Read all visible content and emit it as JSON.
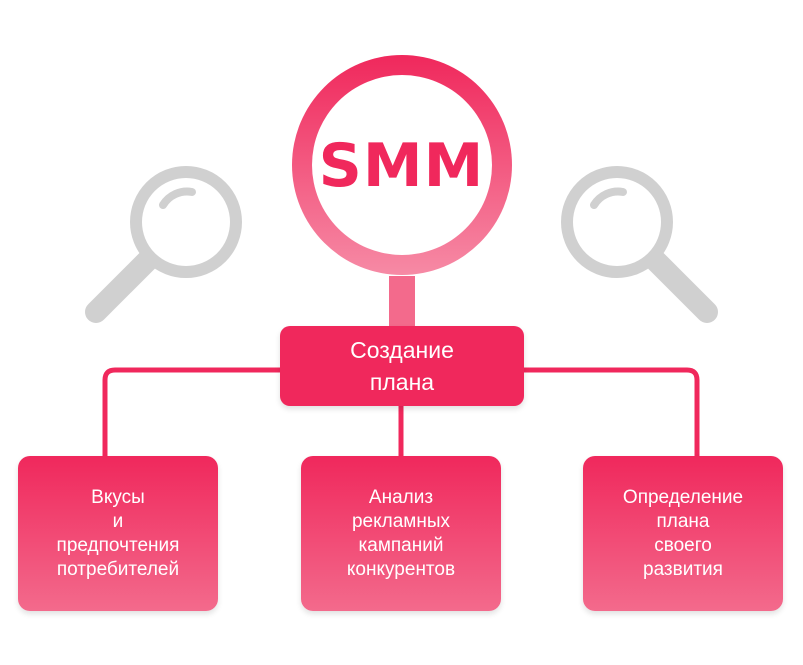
{
  "center": {
    "title": "SMM",
    "subtitle": "Создание\nплана"
  },
  "branches": [
    {
      "label": "Вкусы\nи\nпредпочтения\nпотребителей"
    },
    {
      "label": "Анализ\nрекламных\nкампаний\nконкурентов"
    },
    {
      "label": "Определение\nплана\nсвоего\nразвития"
    }
  ],
  "icons": {
    "left": "magnifying-glass-icon",
    "right": "magnifying-glass-icon"
  },
  "colors": {
    "accent": "#f0285c",
    "accent_light": "#f36a8c",
    "icon_gray": "#d0d0d0",
    "text_on_accent": "#ffffff"
  }
}
